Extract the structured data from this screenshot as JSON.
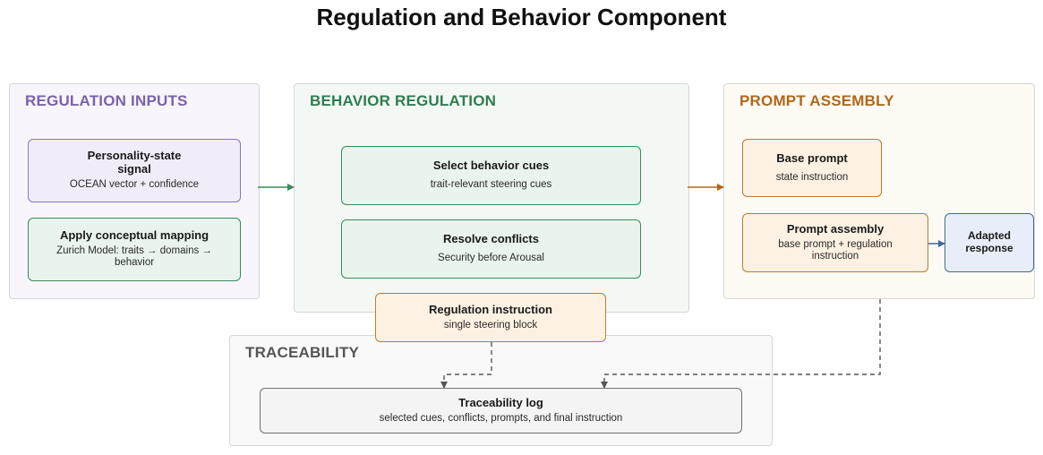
{
  "title": "Regulation and Behavior Component",
  "groups": {
    "inputs": {
      "title": "REGULATION INPUTS",
      "color": "#7b62a8"
    },
    "behavior": {
      "title": "BEHAVIOR REGULATION",
      "color": "#2e7d4f"
    },
    "prompt": {
      "title": "PROMPT ASSEMBLY",
      "color": "#b0681c"
    },
    "trace": {
      "title": "TRACEABILITY",
      "color": "#555555"
    }
  },
  "nodes": {
    "personality_state": {
      "title": "Personality-state signal",
      "subtitle": "OCEAN vector + confidence"
    },
    "conceptual_mapping": {
      "title": "Apply conceptual mapping",
      "subtitle": "Zurich Model: traits → domains → behavior"
    },
    "select_cues": {
      "title": "Select behavior cues",
      "subtitle": "trait-relevant steering cues"
    },
    "resolve_conflicts": {
      "title": "Resolve conflicts",
      "subtitle": "Security before Arousal"
    },
    "regulation_instruction": {
      "title": "Regulation instruction",
      "subtitle": "single steering block"
    },
    "base_prompt": {
      "title": "Base prompt",
      "subtitle": "state instruction"
    },
    "prompt_assembly": {
      "title": "Prompt assembly",
      "subtitle": "base prompt + regulation instruction"
    },
    "adapted_response": {
      "title": "Adapted response"
    },
    "traceability_log": {
      "title": "Traceability log",
      "subtitle": "selected cues, conflicts, prompts, and final instruction"
    }
  }
}
